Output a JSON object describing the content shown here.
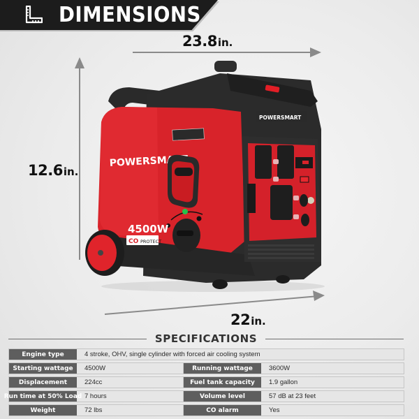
{
  "header": {
    "icon": "ruler-icon",
    "title": "DIMENSIONS",
    "colors": {
      "bar": "#1c1c1c",
      "text": "#ffffff"
    }
  },
  "dimensions": {
    "width": {
      "value": "23.8",
      "unit": "in."
    },
    "height": {
      "value": "12.6",
      "unit": "in."
    },
    "depth": {
      "value": "22",
      "unit": "in."
    }
  },
  "product": {
    "brand": "POWERSMART",
    "wattage_badge": "4500W",
    "co_badge": {
      "co": "CO",
      "text": "PROTECT"
    },
    "colors": {
      "body": "#d8232a",
      "frame": "#2b2b2b",
      "wheel": "#e0242b"
    }
  },
  "specifications": {
    "title": "SPECIFICATIONS",
    "rows": [
      {
        "label": "Engine type",
        "value": "4 stroke, OHV, single cylinder with forced air cooling system"
      },
      {
        "label": "Starting wattage",
        "value": "4500W",
        "label2": "Running wattage",
        "value2": "3600W"
      },
      {
        "label": "Displacement",
        "value": "224cc",
        "label2": "Fuel tank capacity",
        "value2": "1.9 gallon"
      },
      {
        "label": "Run time at 50% Load",
        "value": "7 hours",
        "label2": "Volume level",
        "value2": "57 dB at 23 feet"
      },
      {
        "label": "Weight",
        "value": "72 lbs",
        "label2": "CO alarm",
        "value2": "Yes"
      }
    ],
    "colors": {
      "label_bg": "#5e5e5e",
      "value_bg": "#e6e6e6"
    }
  }
}
